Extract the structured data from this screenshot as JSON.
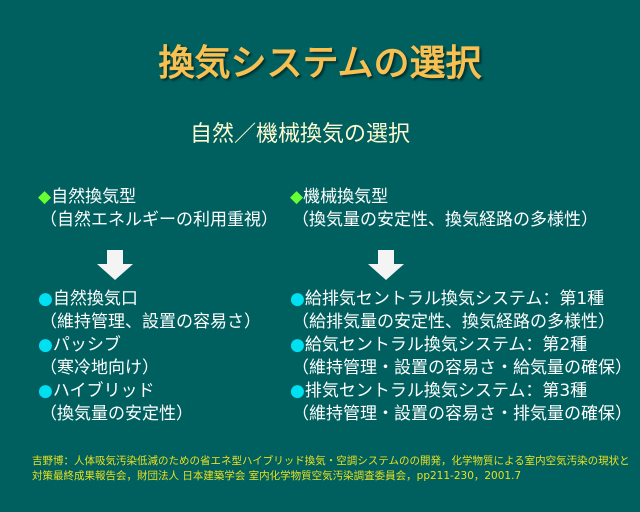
{
  "title": "換気システムの選択",
  "subtitle": "自然／機械換気の選択",
  "left": {
    "header": "自然換気型",
    "header_note": "（自然エネルギーの利用重視）",
    "items": [
      {
        "label": "自然換気口",
        "note": "（維持管理、設置の容易さ）"
      },
      {
        "label": "パッシブ",
        "note": "（寒冷地向け）"
      },
      {
        "label": "ハイブリッド",
        "note": "（換気量の安定性）"
      }
    ]
  },
  "right": {
    "header": "機械換気型",
    "header_note": "（換気量の安定性、換気経路の多様性）",
    "items": [
      {
        "label": "給排気セントラル換気システム：第1種",
        "note": "（給排気量の安定性、換気経路の多様性）"
      },
      {
        "label": "給気セントラル換気システム：第2種",
        "note": "（維持管理・設置の容易さ・給気量の確保）"
      },
      {
        "label": "排気セントラル換気システム：第3種",
        "note": "（維持管理・設置の容易さ・排気量の確保）"
      }
    ]
  },
  "footnote": {
    "line1": "吉野博：人体吸気汚染低減のための省エネ型ハイブリッド換気・空調システムのの開発，化学物質による室内空気汚染の現状と",
    "line2": "対策最終成果報告会，財団法人 日本建築学会 室内化学物質空気汚染調査委員会，pp211-230，2001.7"
  }
}
